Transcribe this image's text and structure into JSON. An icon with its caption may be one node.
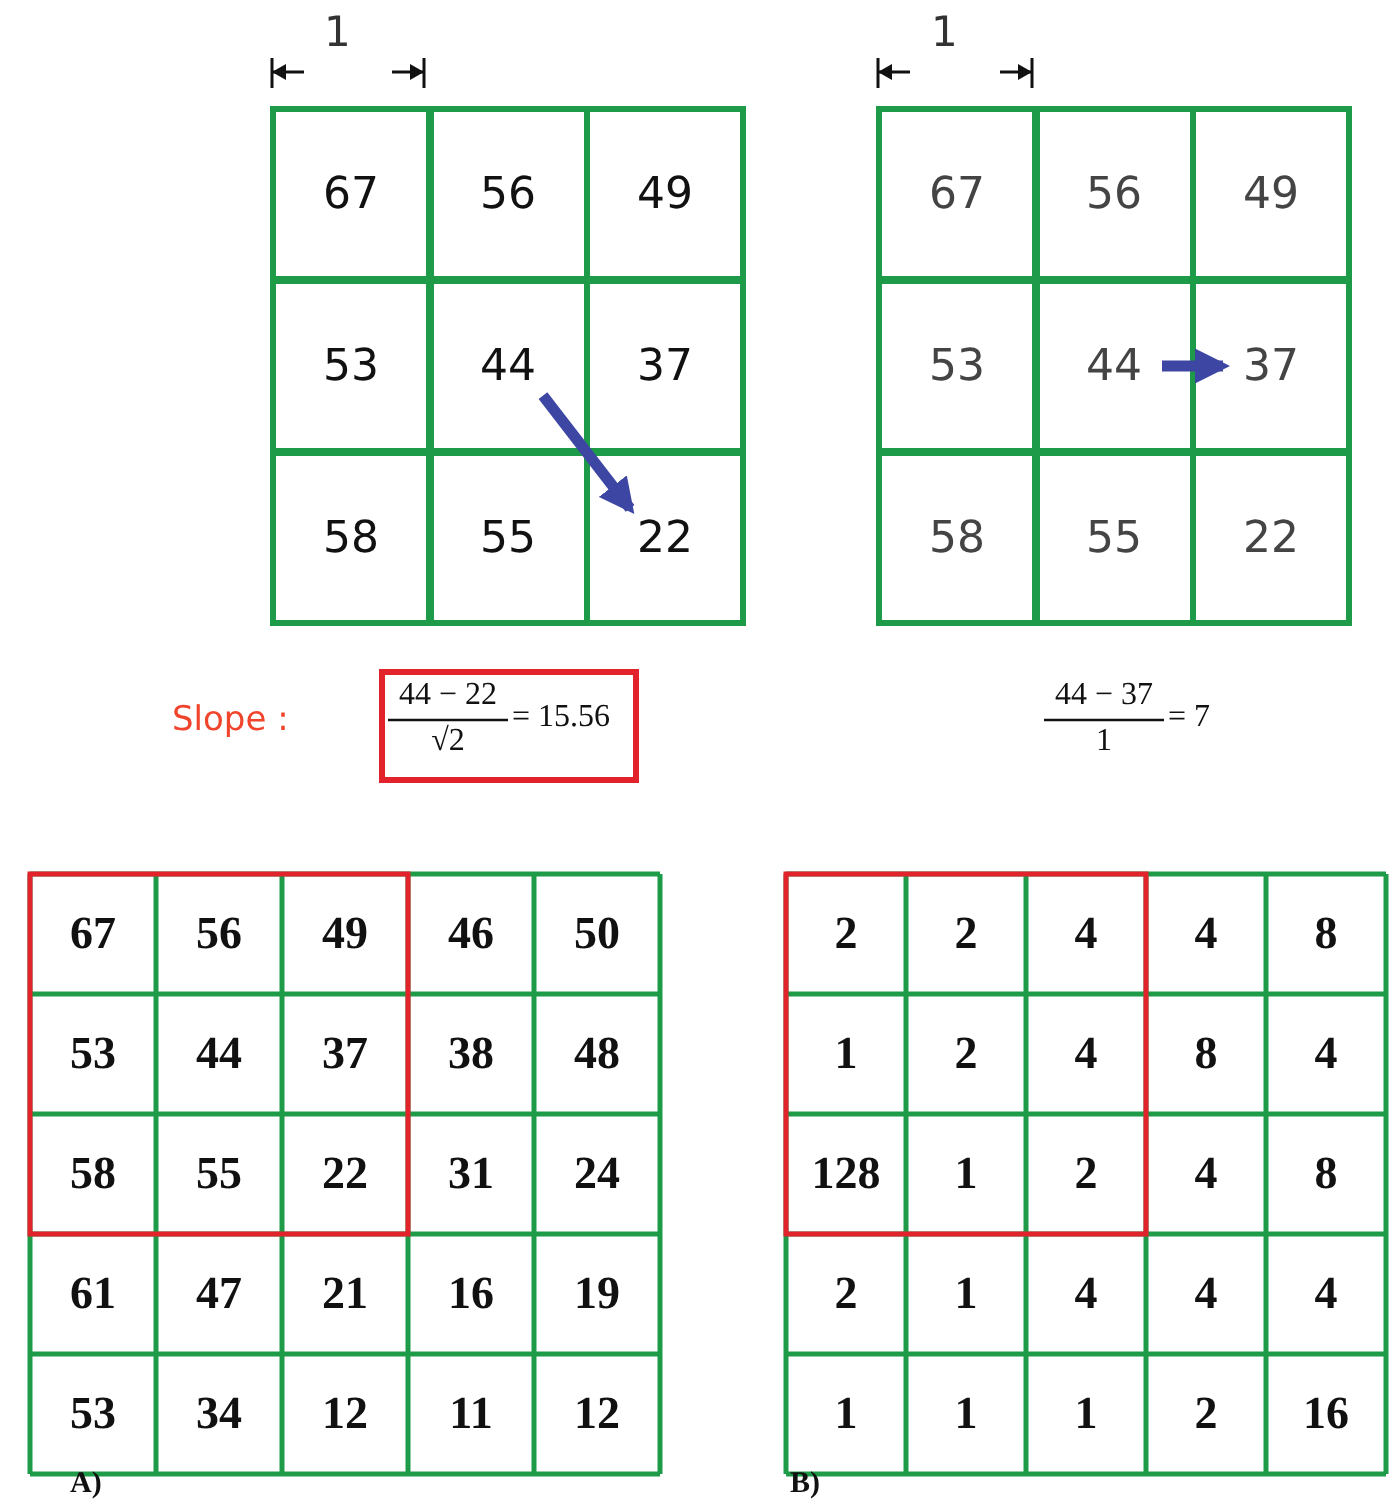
{
  "diagram": {
    "nodes": [
      {
        "text": [
          "67"
        ]
      },
      {
        "text": [
          "56"
        ]
      },
      {
        "text": [
          "49"
        ]
      },
      {
        "text": [
          "53"
        ]
      },
      {
        "text": [
          "44"
        ]
      },
      {
        "text": [
          "37"
        ]
      },
      {
        "text": [
          "58"
        ]
      },
      {
        "text": [
          "55"
        ]
      },
      {
        "text": [
          "22"
        ]
      },
      {
        "text": [
          "67"
        ]
      },
      {
        "text": [
          "56"
        ]
      },
      {
        "text": [
          "49"
        ]
      },
      {
        "text": [
          "53"
        ]
      },
      {
        "text": [
          "44"
        ]
      },
      {
        "text": [
          "37"
        ]
      },
      {
        "text": [
          "58"
        ]
      },
      {
        "text": [
          "55"
        ]
      },
      {
        "text": [
          "22"
        ]
      }
    ],
    "edges": [
      {
        "from": 4,
        "to": 8,
        "arrow": "to"
      },
      {
        "from": 13,
        "to": 14,
        "arrow": "to"
      }
    ],
    "labels": [
      "1",
      "1",
      "Slope :",
      "44 − 22",
      "√2",
      "= 15.56",
      "44 − 37",
      "1",
      "= 7",
      "67",
      "56",
      "49",
      "46",
      "50",
      "53",
      "44",
      "37",
      "38",
      "48",
      "58",
      "55",
      "22",
      "31",
      "24",
      "61",
      "47",
      "21",
      "16",
      "19",
      "53",
      "34",
      "12",
      "11",
      "12",
      "2",
      "2",
      "4",
      "4",
      "8",
      "1",
      "2",
      "4",
      "8",
      "4",
      "128",
      "1",
      "2",
      "4",
      "8",
      "2",
      "1",
      "4",
      "4",
      "4",
      "1",
      "1",
      "1",
      "2",
      "16",
      "A)",
      "B)"
    ]
  }
}
